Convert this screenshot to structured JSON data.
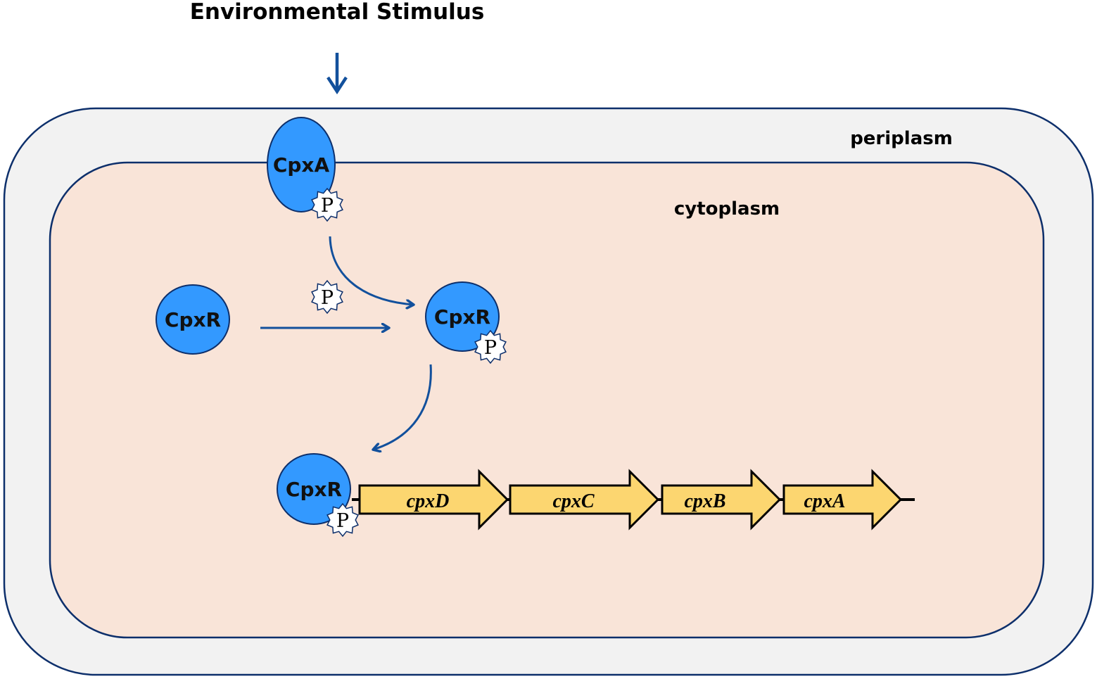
{
  "title": "Environmental Stimulus",
  "compartments": {
    "outer": "periplasm",
    "inner": "cytoplasm"
  },
  "proteins": {
    "sensor": "CpxA",
    "regulator_free": "CpxR",
    "regulator_phosphorylated": "CpxR",
    "regulator_bound": "CpxR"
  },
  "phosphate": "P",
  "genes": [
    "cpxD",
    "cpxC",
    "cpxB",
    "cpxA"
  ],
  "colors": {
    "protein_fill": "#3399ff",
    "outline": "#0d2f6b",
    "arrow": "#12509c",
    "periplasm_fill": "#f2f2f2",
    "cytoplasm_fill": "#f9e4d8",
    "gene_fill": "#fcd670"
  },
  "icons": {
    "phosphate": "starburst-badge",
    "stimulus_arrow": "arrow-down-icon"
  }
}
